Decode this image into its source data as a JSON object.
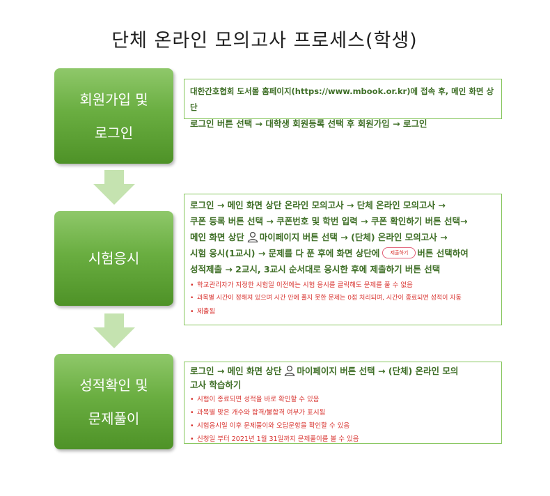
{
  "title": "단체 온라인 모의고사 프로세스(학생)",
  "colors": {
    "step_green": "#6aae41",
    "arrow_green": "#c5e3b0",
    "box_border": "#86c65c",
    "text_green": "#3f6f27",
    "note_red": "#d8322e"
  },
  "icons": {
    "person": "person-icon",
    "submit_pill": "submit-button-graphic",
    "down_arrow": "down-arrow"
  },
  "steps": [
    {
      "label_line1": "회원가입 및",
      "label_line2": "로그인",
      "line1": "대한간호협회 도서몰 홈페이지(https://www.mbook.or.kr)에 접속 후, 메인 화면 상단",
      "line2": "로그인 버튼 선택 → 대학생 회원등록 선택 후 회원가입 → 로그인"
    },
    {
      "label": "시험응시",
      "line1": "로그인 → 메인 화면 상단 온라인 모의고사 → 단체 온라인 모의고사 →",
      "line2": "쿠폰 등록 버튼 선택 → 쿠폰번호 및 학번 입력 → 쿠폰 확인하기 버튼 선택→",
      "line3_pre": "메인 화면 상단",
      "line3_post": "마이페이지 버튼 선택 → (단체) 온라인 모의고사 →",
      "line4_pre": "시험 응시(1교시) → 문제를 다 푼 후에 화면 상단에",
      "pill_label": "제출하기",
      "line4_post": "버튼 선택하여",
      "line5": "성적제출 → 2교시, 3교시 순서대로 응시한 후에 제출하기 버튼 선택",
      "notes": [
        "학교관리자가 지정한 시험일 이전에는 시험 응시를 클릭해도 문제를 풀 수 없음",
        "과목별 시간이 정해져 있으며 시간 안에 풀지 못한 문제는 0점 처리되며, 시간이 종료되면 성적이 자동",
        "제출됨"
      ]
    },
    {
      "label_line1": "성적확인 및",
      "label_line2": "문제풀이",
      "line1_pre": "로그인 → 메인 화면 상단",
      "line1_post": "마이페이지 버튼 선택 → (단체) 온라인 모의",
      "line2": "고사 학습하기",
      "notes": [
        "시험이 종료되면 성적을 바로 확인할 수 있음",
        "과목별 맞은 개수와 합격/불합격 여부가 표시됨",
        "시험응시일 이후 문제풀이와 오답문항을 확인할 수 있음",
        "신청일 부터 2021년 1월 31일까지 문제풀이를 볼 수 있음"
      ]
    }
  ]
}
